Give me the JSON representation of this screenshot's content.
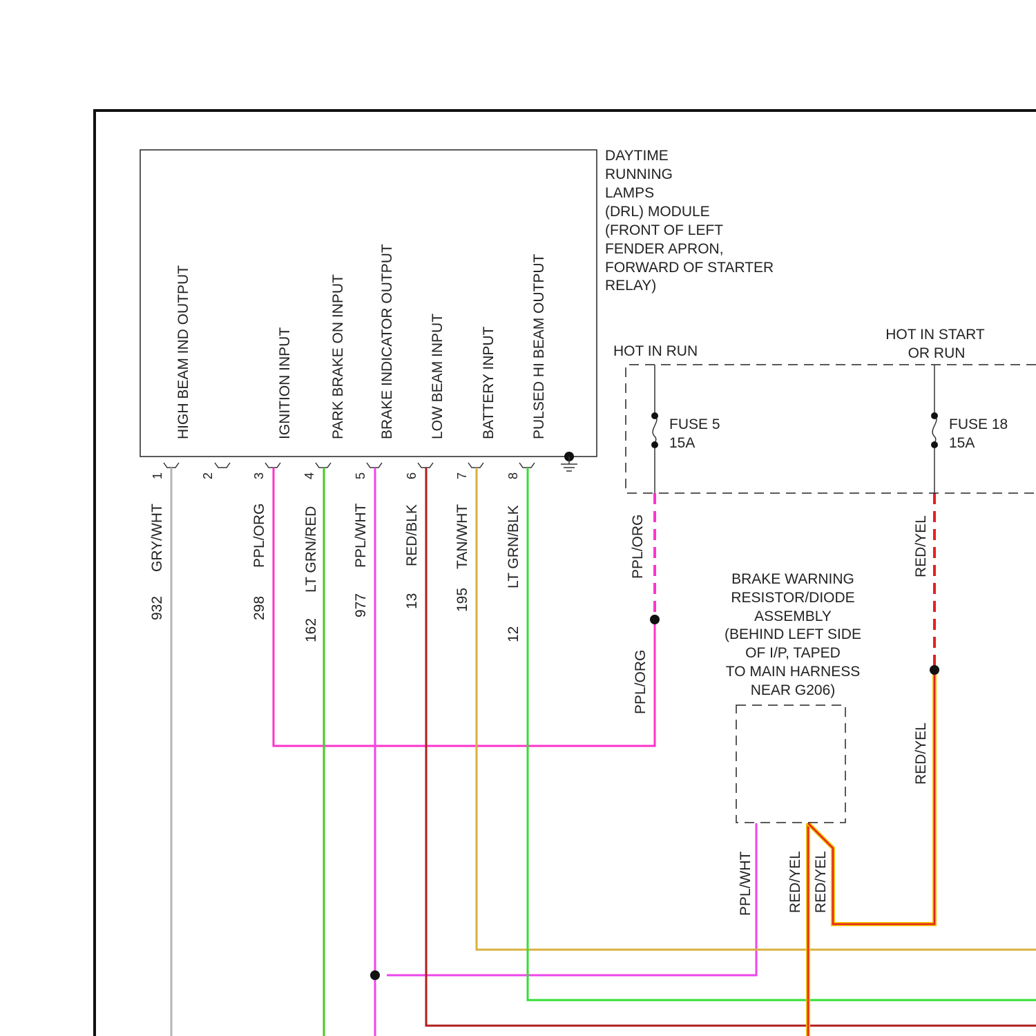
{
  "module": {
    "name_lines": [
      "DAYTIME",
      "RUNNING",
      "LAMPS",
      "(DRL) MODULE",
      "(FRONT OF LEFT",
      "FENDER APRON,",
      "FORWARD OF STARTER",
      "RELAY)"
    ],
    "pin_functions": [
      "HIGH BEAM IND OUTPUT",
      "IGNITION INPUT",
      "PARK BRAKE ON INPUT",
      "BRAKE INDICATOR OUTPUT",
      "LOW BEAM INPUT",
      "BATTERY INPUT",
      "PULSED HI BEAM OUTPUT"
    ],
    "pins": [
      "1",
      "2",
      "3",
      "4",
      "5",
      "6",
      "7",
      "8"
    ]
  },
  "wires": [
    {
      "circuit": "932",
      "color_label": "GRY/WHT",
      "color": "#b4b4b4"
    },
    {
      "circuit": "298",
      "color_label": "PPL/ORG",
      "color": "#ff33cc"
    },
    {
      "circuit": "162",
      "color_label": "LT GRN/RED",
      "color": "#44cc22"
    },
    {
      "circuit": "977",
      "color_label": "PPL/WHT",
      "color": "#ee44ee"
    },
    {
      "circuit": "13",
      "color_label": "RED/BLK",
      "color": "#b01e1e"
    },
    {
      "circuit": "195",
      "color_label": "TAN/WHT",
      "color": "#d8b040"
    },
    {
      "circuit": "12",
      "color_label": "LT GRN/BLK",
      "color": "#33dd33"
    }
  ],
  "fuse_box": {
    "hot_run": "HOT IN RUN",
    "hot_start_run_lines": [
      "HOT IN START",
      "OR RUN"
    ],
    "fuse5": {
      "name": "FUSE 5",
      "rating": "15A"
    },
    "fuse18": {
      "name": "FUSE 18",
      "rating": "15A"
    },
    "ppl_org_label": "PPL/ORG",
    "red_yel_label": "RED/YEL"
  },
  "brake_assembly": {
    "name_lines": [
      "BRAKE WARNING",
      "RESISTOR/DIODE",
      "ASSEMBLY",
      "(BEHIND LEFT SIDE",
      "OF I/P, TAPED",
      "TO MAIN HARNESS",
      "NEAR G206)"
    ],
    "wire_labels": [
      "PPL/WHT",
      "RED/YEL",
      "RED/YEL"
    ]
  },
  "colors": {
    "red_yel": "#e82020",
    "red_yel_trace": "#f2c400",
    "frame": "#111111"
  }
}
